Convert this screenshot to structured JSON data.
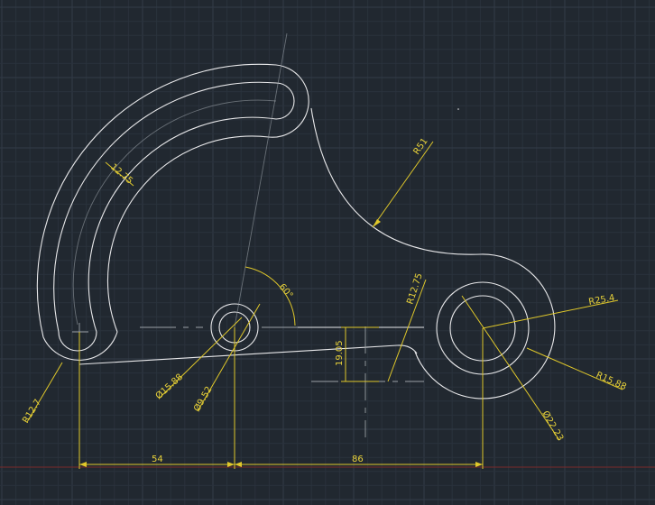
{
  "colors": {
    "background": "#212830",
    "geometry": "#e8e8ea",
    "dimension": "#e0c82a",
    "centerline": "#9aa0a6",
    "x_axis": "#7a2a2a"
  },
  "dimensions": {
    "thickness": "12.75",
    "r51": "R51",
    "angle": "60°",
    "r1275": "R12.75",
    "r254": "R25.4",
    "height": "19.05",
    "r127": "R12.7",
    "dia1588": "Ø15.88",
    "dia952": "Ø9.52",
    "r1588": "R15.88",
    "dia2223": "Ø22.23",
    "len54": "54",
    "len86": "86"
  }
}
